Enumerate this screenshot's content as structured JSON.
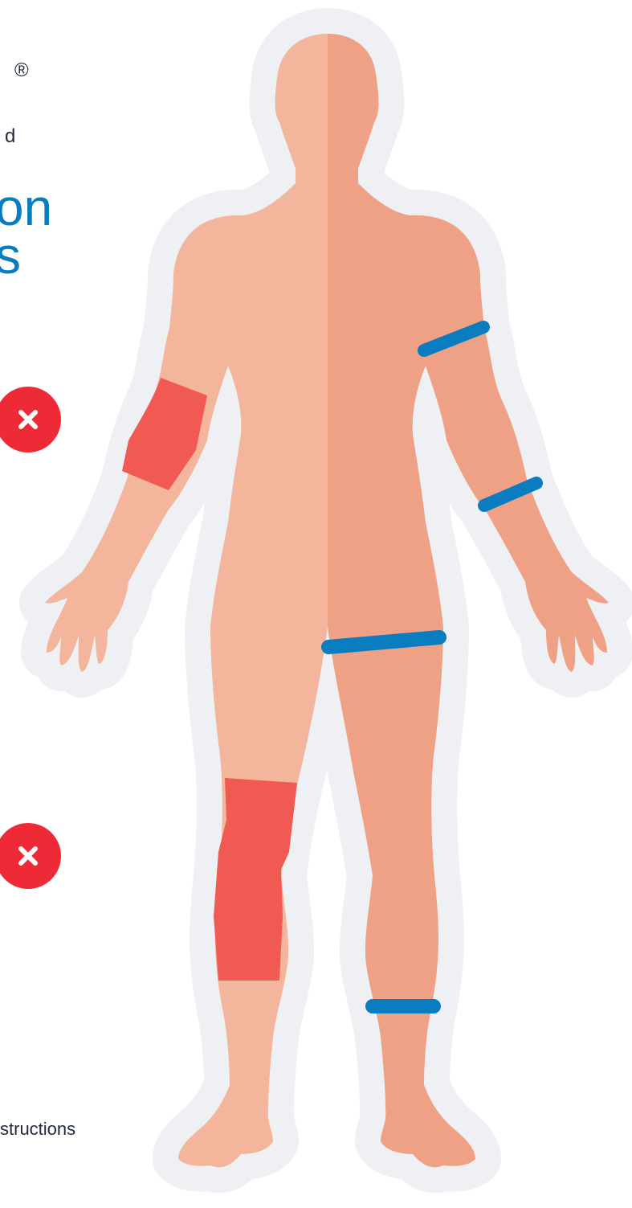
{
  "brand": {
    "registered_mark": "®"
  },
  "header": {
    "letter_fragment": "d",
    "title_line_1": "on",
    "title_line_2": "s"
  },
  "footer": {
    "text_fragment": "structions"
  },
  "colors": {
    "skin_light": "#f3b59b",
    "skin_dark": "#eea185",
    "red_zone": "#f05a53",
    "blue_band": "#0a7cc0",
    "halo": "#eef0f3",
    "badge_red": "#ee2a36"
  },
  "figure": {
    "red_zones": [
      "upper-forearm-right-side",
      "knee-right-side"
    ],
    "blue_bands": [
      "upper-arm",
      "forearm",
      "upper-thigh",
      "lower-shin"
    ],
    "badges": [
      "x-icon",
      "x-icon"
    ]
  }
}
